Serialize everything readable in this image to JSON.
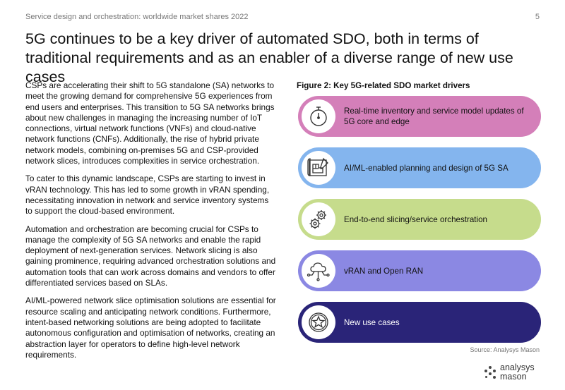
{
  "header": {
    "report_title": "Service design and orchestration: worldwide market shares 2022",
    "page_number": "5"
  },
  "title": "5G continues to be a key driver of automated SDO, both in terms of traditional requirements and as an enabler of a diverse range of new use cases",
  "body": {
    "paragraphs": [
      "CSPs are accelerating their shift to 5G standalone (SA) networks to meet the growing demand for comprehensive 5G experiences from end users and enterprises. This transition to 5G SA networks brings about new challenges in managing the increasing number of IoT connections, virtual network functions (VNFs) and cloud-native network functions (CNFs). Additionally, the rise of hybrid private network models, combining on-premises 5G and CSP-provided network slices, introduces complexities in service orchestration.",
      "To cater to this dynamic landscape, CSPs are starting to invest in vRAN technology. This has led to some growth in vRAN spending, necessitating innovation in network and service inventory systems to support the cloud-based environment.",
      "Automation and orchestration are becoming crucial for CSPs to manage the complexity of 5G SA networks and enable the rapid deployment of next-generation services. Network slicing is also gaining prominence, requiring advanced orchestration solutions and automation tools that can work across domains and vendors to offer differentiated services based on SLAs.",
      "AI/ML-powered network slice optimisation solutions are essential for resource scaling and anticipating network conditions. Furthermore, intent-based networking solutions are being adopted to facilitate autonomous configuration and optimisation of networks, creating an abstraction layer for operators to define high-level network requirements."
    ]
  },
  "figure": {
    "title": "Figure 2: Key 5G-related SDO market drivers",
    "drivers": [
      {
        "label": "Real-time inventory and service model updates of 5G core and edge",
        "icon": "stopwatch-icon",
        "color": "#d47fb9"
      },
      {
        "label": "AI/ML-enabled planning and design of 5G SA",
        "icon": "blueprint-icon",
        "color": "#84b5ee"
      },
      {
        "label": "End-to-end slicing/service orchestration",
        "icon": "gears-icon",
        "color": "#c6dc8c"
      },
      {
        "label": "vRAN and Open RAN",
        "icon": "cloud-network-icon",
        "color": "#8b88e3"
      },
      {
        "label": "New use cases",
        "icon": "star-badge-icon",
        "color": "#2a2478"
      }
    ],
    "source": "Source: Analysys Mason"
  },
  "logo": {
    "line1": "analysys",
    "line2": "mason"
  }
}
